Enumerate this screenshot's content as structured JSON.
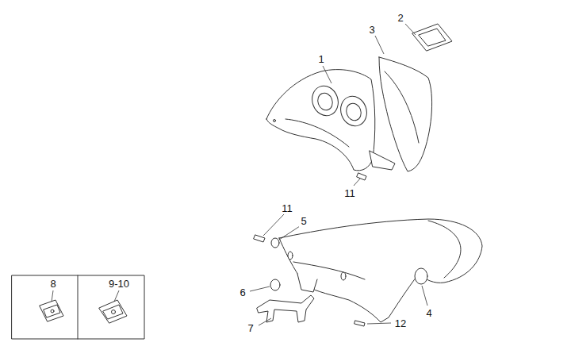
{
  "diagram": {
    "labels": [
      "2",
      "3",
      "1",
      "11",
      "11",
      "5",
      "8",
      "9-10",
      "6",
      "4",
      "12",
      "7"
    ]
  }
}
